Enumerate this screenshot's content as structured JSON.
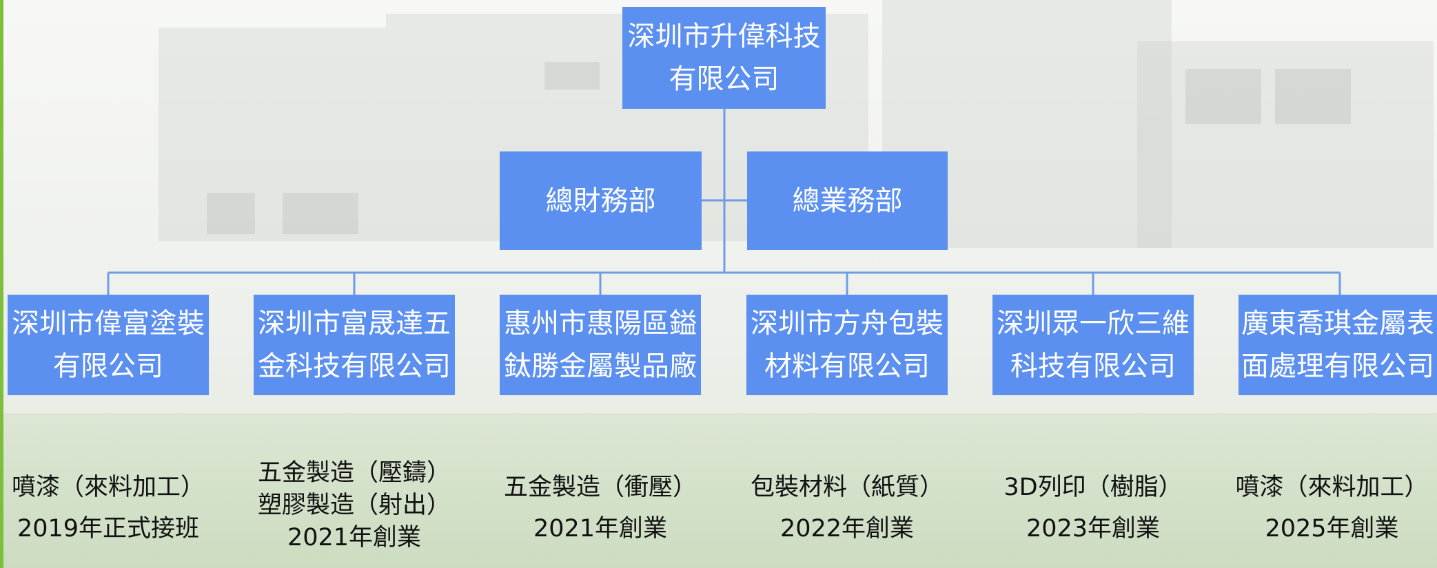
{
  "top": {
    "name": "深圳市升偉科技\n有限公司"
  },
  "departments": [
    {
      "name": "總財務部"
    },
    {
      "name": "總業務部"
    }
  ],
  "companies": [
    {
      "name": "深圳市偉富塗裝\n有限公司",
      "desc": "噴漆（來料加工）\n2019年正式接班"
    },
    {
      "name": "深圳市富晟達五\n金科技有限公司",
      "desc": "五金製造（壓鑄）\n塑膠製造（射出）\n2021年創業"
    },
    {
      "name": "惠州市惠陽區鎰\n鈦勝金屬製品廠",
      "desc": "五金製造（衝壓）\n2021年創業"
    },
    {
      "name": "深圳市方舟包裝\n材料有限公司",
      "desc": "包裝材料（紙質）\n2022年創業"
    },
    {
      "name": "深圳眾一欣三維\n科技有限公司",
      "desc": "3D列印（樹脂）\n2023年創業"
    },
    {
      "name": "廣東喬琪金屬表\n面處理有限公司",
      "desc": "噴漆（來料加工）\n2025年創業"
    }
  ],
  "colors": {
    "box": "#5b8ff0",
    "line": "#6f9ae8",
    "accent_bar": "#7cbf3a"
  }
}
